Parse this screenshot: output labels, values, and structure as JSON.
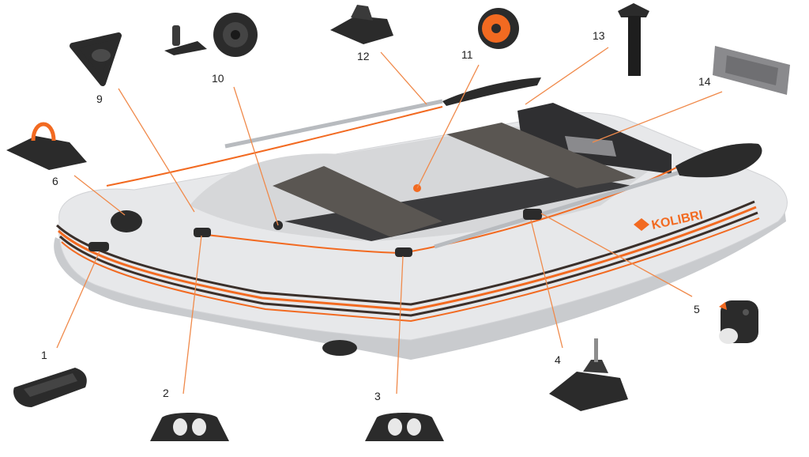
{
  "brand": {
    "logo_text": "KOLIBRI",
    "accent": "#f26a21"
  },
  "colors": {
    "hull": "#e7e8ea",
    "hull_shadow": "#c9cbce",
    "stripe_dark": "#3a2f2a",
    "seat": "#5a5652",
    "parts": "#2b2b2b",
    "leader": "#f08a4b"
  },
  "callouts": [
    {
      "id": 1,
      "label": "1",
      "part": "transom-protector"
    },
    {
      "id": 2,
      "label": "2",
      "part": "handle"
    },
    {
      "id": 3,
      "label": "3",
      "part": "handle"
    },
    {
      "id": 4,
      "label": "4",
      "part": "oarlock-mount"
    },
    {
      "id": 5,
      "label": "5",
      "part": "oar-holder"
    },
    {
      "id": 6,
      "label": "6",
      "part": "tow-ring"
    },
    {
      "id": 9,
      "label": "9",
      "part": "corner-patch"
    },
    {
      "id": 10,
      "label": "10",
      "part": "valve"
    },
    {
      "id": 11,
      "label": "11",
      "part": "drain-plug"
    },
    {
      "id": 12,
      "label": "12",
      "part": "oar-keeper"
    },
    {
      "id": 13,
      "label": "13",
      "part": "motor-mount-handle"
    },
    {
      "id": 14,
      "label": "14",
      "part": "transom-plate"
    }
  ]
}
